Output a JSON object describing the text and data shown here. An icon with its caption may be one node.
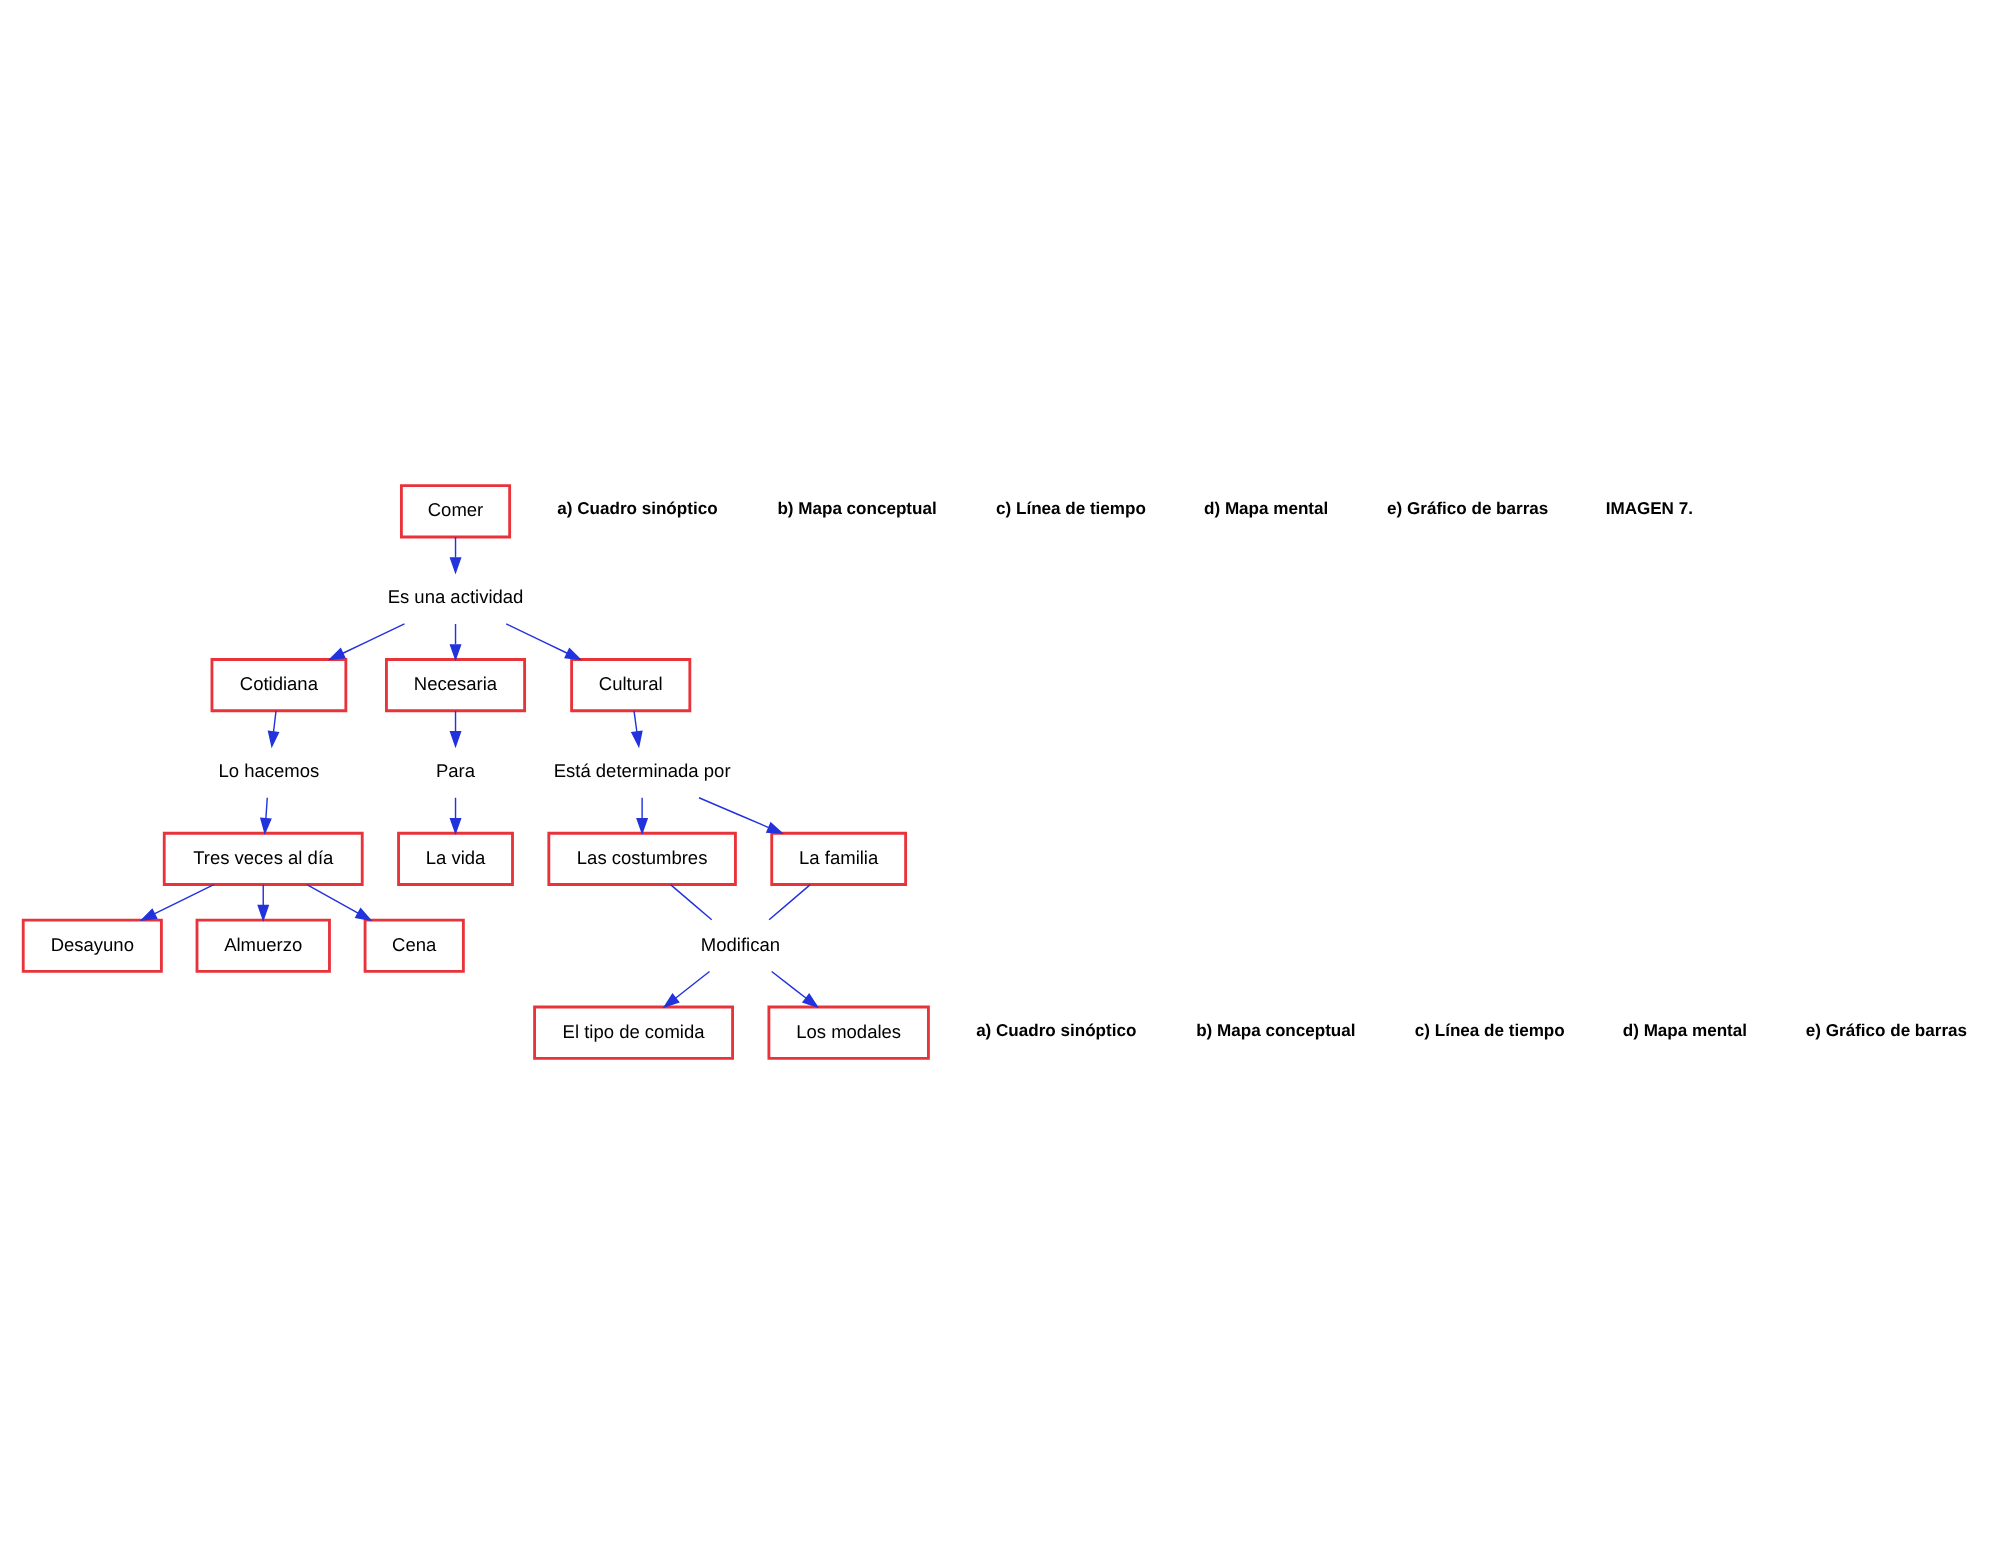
{
  "diagram": {
    "nodes": [
      {
        "text": [
          "Comer"
        ]
      },
      {
        "text": [
          "Es una actividad"
        ]
      },
      {
        "text": [
          "Cotidiana"
        ]
      },
      {
        "text": [
          "Necesaria"
        ]
      },
      {
        "text": [
          "Cultural"
        ]
      },
      {
        "text": [
          "Lo hacemos"
        ]
      },
      {
        "text": [
          "Para"
        ]
      },
      {
        "text": [
          "Está determinada por"
        ]
      },
      {
        "text": [
          "Tres veces al día"
        ]
      },
      {
        "text": [
          "La vida"
        ]
      },
      {
        "text": [
          "Las costumbres"
        ]
      },
      {
        "text": [
          "La familia"
        ]
      },
      {
        "text": [
          "Desayuno"
        ]
      },
      {
        "text": [
          "Almuerzo"
        ]
      },
      {
        "text": [
          "Cena"
        ]
      },
      {
        "text": [
          "Modifican"
        ]
      },
      {
        "text": [
          "El tipo de comida"
        ]
      },
      {
        "text": [
          "Los modales"
        ]
      }
    ],
    "edges": [
      {
        "from": 0,
        "to": 1,
        "arrow": "to"
      },
      {
        "from": 1,
        "to": 2,
        "arrow": "to"
      },
      {
        "from": 1,
        "to": 3,
        "arrow": "to"
      },
      {
        "from": 1,
        "to": 4,
        "arrow": "to"
      },
      {
        "from": 2,
        "to": 5,
        "arrow": "to"
      },
      {
        "from": 5,
        "to": 8,
        "arrow": "to"
      },
      {
        "from": 3,
        "to": 6,
        "arrow": "to"
      },
      {
        "from": 6,
        "to": 9,
        "arrow": "to"
      },
      {
        "from": 4,
        "to": 7,
        "arrow": "to"
      },
      {
        "from": 7,
        "to": 10,
        "arrow": "to"
      },
      {
        "from": 7,
        "to": 11,
        "arrow": "to"
      },
      {
        "from": 8,
        "to": 12,
        "arrow": "to"
      },
      {
        "from": 8,
        "to": 13,
        "arrow": "to"
      },
      {
        "from": 8,
        "to": 14,
        "arrow": "to"
      },
      {
        "from": 10,
        "to": 15,
        "arrow": "none"
      },
      {
        "from": 11,
        "to": 15,
        "arrow": "none"
      },
      {
        "from": 15,
        "to": 16,
        "arrow": "to"
      },
      {
        "from": 15,
        "to": 17,
        "arrow": "to"
      }
    ],
    "labels": [
      "a) Cuadro sinóptico",
      "b) Mapa conceptual",
      "c) Línea de tiempo",
      "d) Mapa mental",
      "e) Gráfico de barras",
      "IMAGEN 7.",
      "a) Cuadro sinóptico",
      "b) Mapa conceptual",
      "c) Línea de tiempo",
      "d) Mapa mental",
      "e) Gráfico de barras"
    ]
  }
}
